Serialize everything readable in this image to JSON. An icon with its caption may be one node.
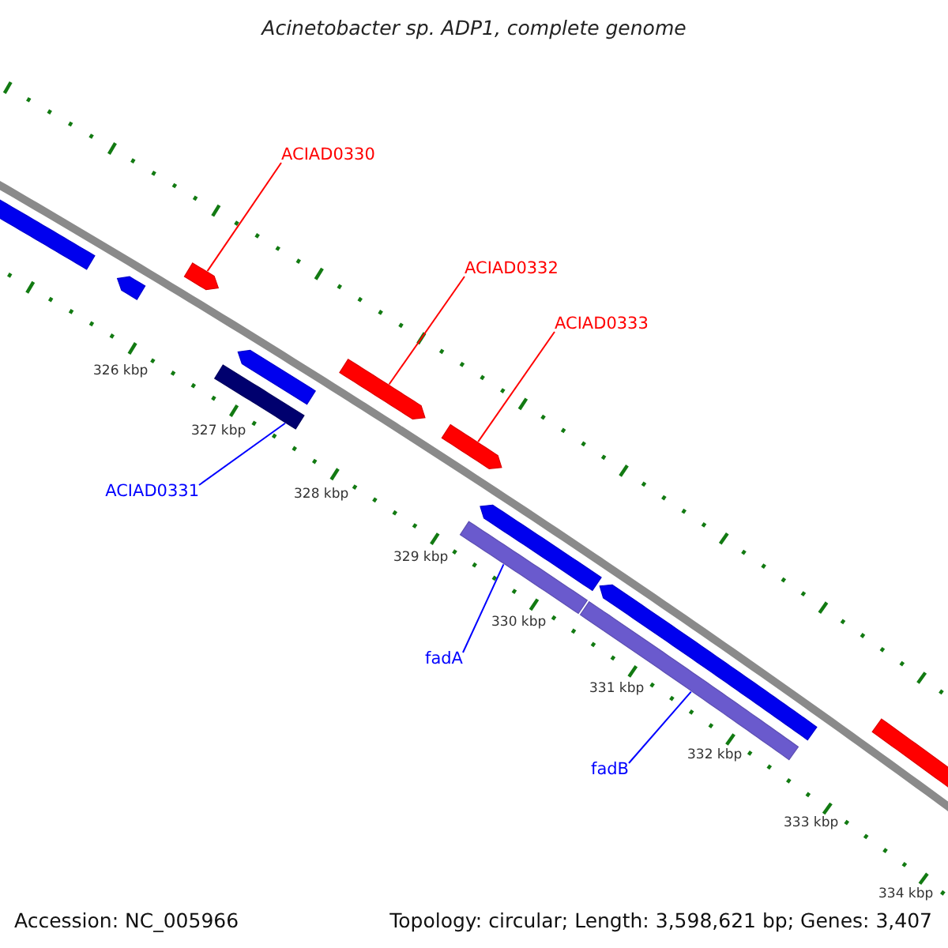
{
  "diagram": {
    "title": "Acinetobacter sp. ADP1, complete genome",
    "nodes": [
      {
        "text": [],
        "shape": "bar"
      },
      {
        "text": [],
        "shape": "bar"
      },
      {
        "text": [],
        "shape": "bar"
      },
      {
        "text": [],
        "shape": "bar"
      },
      {
        "text": [],
        "shape": "bar"
      },
      {
        "text": [],
        "shape": "bar"
      },
      {
        "text": [],
        "shape": "bar"
      },
      {
        "text": [],
        "shape": "bar"
      },
      {
        "text": [],
        "shape": "bar"
      },
      {
        "text": [],
        "shape": "bar"
      },
      {
        "text": [],
        "shape": "bar"
      },
      {
        "text": [],
        "shape": "bar"
      },
      {
        "text": [
          "ACIAD0330"
        ]
      },
      {
        "text": [
          "ACIAD0332"
        ]
      },
      {
        "text": [
          "ACIAD0333"
        ]
      },
      {
        "text": [
          "ACIAD0331"
        ]
      },
      {
        "text": [
          "fadA"
        ]
      },
      {
        "text": [
          "fadB"
        ]
      }
    ],
    "edges": [
      {
        "from": 12,
        "to": 2,
        "arrow": "none",
        "color": "#ff0000"
      },
      {
        "from": 13,
        "to": 5,
        "arrow": "none",
        "color": "#ff0000"
      },
      {
        "from": 14,
        "to": 6,
        "arrow": "none",
        "color": "#ff0000"
      },
      {
        "from": 15,
        "to": 4,
        "arrow": "none",
        "color": "#0000ff"
      },
      {
        "from": 16,
        "to": 8,
        "arrow": "none",
        "color": "#0000ff"
      },
      {
        "from": 17,
        "to": 10,
        "arrow": "none",
        "color": "#0000ff"
      }
    ],
    "labels": [
      "326 kbp",
      "327 kbp",
      "328 kbp",
      "329 kbp",
      "330 kbp",
      "331 kbp",
      "332 kbp",
      "333 kbp",
      "334 kbp",
      "Accession: NC_005966",
      "Topology: circular; Length: 3,598,621 bp; Genes: 3,407"
    ]
  }
}
